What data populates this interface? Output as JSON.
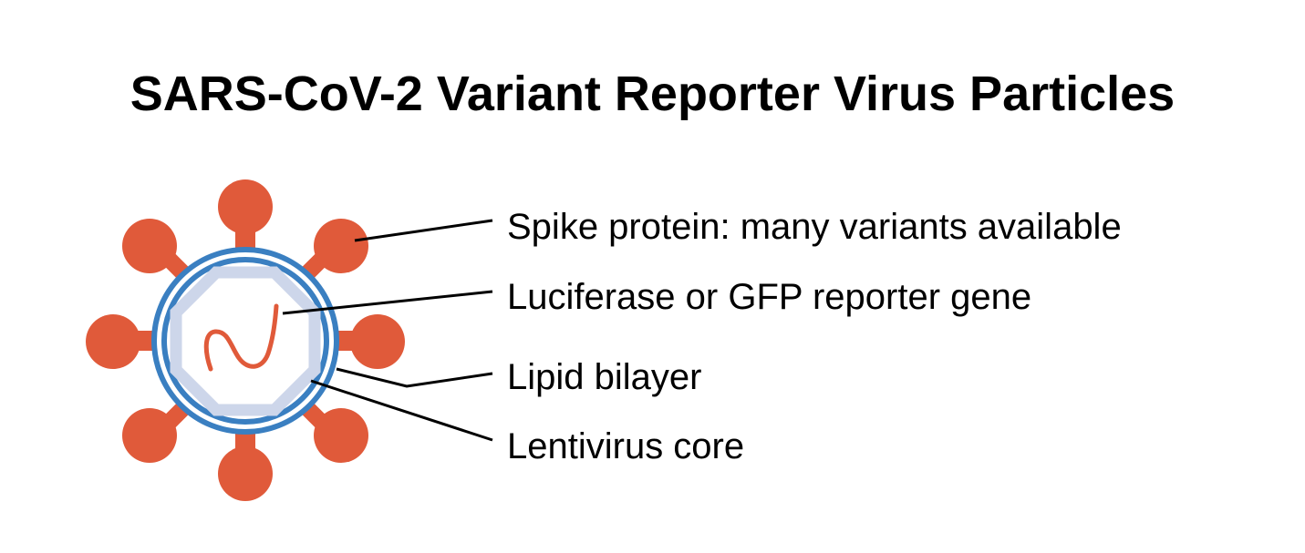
{
  "title": "SARS-CoV-2 Variant Reporter Virus Particles",
  "labels": {
    "spike": "Spike protein: many variants available",
    "reporter": "Luciferase or GFP reporter gene",
    "bilayer": "Lipid bilayer",
    "core": "Lentivirus core"
  },
  "colors": {
    "spike": "#e05a3a",
    "bilayer": "#3a7fc1",
    "core": "#cdd6ea",
    "text": "#000000",
    "background": "#ffffff"
  }
}
